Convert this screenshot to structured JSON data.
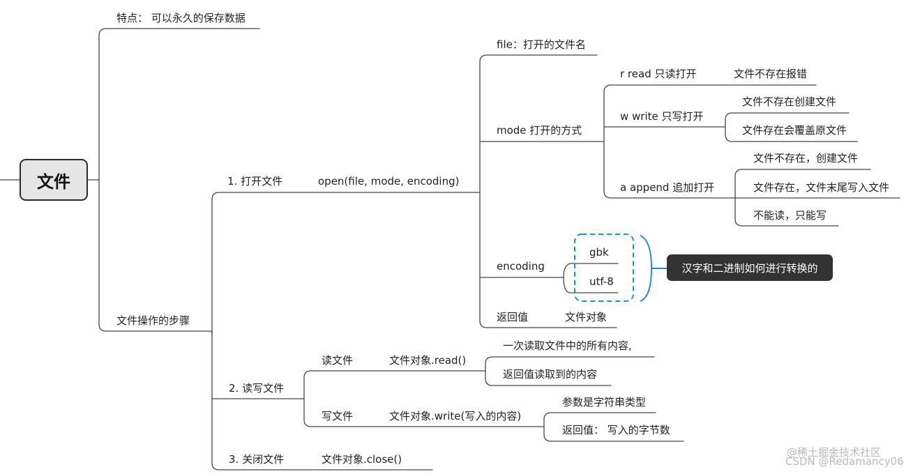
{
  "root": {
    "label": "文件"
  },
  "feature": {
    "label": "特点： 可以永久的保存数据"
  },
  "steps": {
    "label": "文件操作的步骤",
    "open": {
      "label": "1. 打开文件",
      "call": "open(file, mode, encoding)",
      "file": "file：打开的文件名",
      "mode": {
        "label": "mode 打开的方式",
        "r": {
          "label": "r read 只读打开",
          "notes": [
            "文件不存在报错"
          ]
        },
        "w": {
          "label": "w write 只写打开",
          "notes": [
            "文件不存在创建文件",
            "文件存在会覆盖原文件"
          ]
        },
        "a": {
          "label": "a append 追加打开",
          "notes": [
            "文件不存在，创建文件",
            "文件存在，文件末尾写入文件",
            "不能读，只能写"
          ]
        }
      },
      "encoding": {
        "label": "encoding",
        "options": [
          "gbk",
          "utf-8"
        ],
        "callout": "汉字和二进制如何进行转换的"
      },
      "return": {
        "label": "返回值",
        "value": "文件对象"
      }
    },
    "rw": {
      "label": "2. 读写文件",
      "read": {
        "label": "读文件",
        "call": "文件对象.read()",
        "notes": [
          "一次读取文件中的所有内容,",
          "返回值读取到的内容"
        ]
      },
      "write": {
        "label": "写文件",
        "call": "文件对象.write(写入的内容)",
        "notes": [
          "参数是字符串类型",
          "返回值： 写入的字节数"
        ]
      }
    },
    "close": {
      "label": "3. 关闭文件",
      "call": "文件对象.close()"
    }
  },
  "watermark": {
    "line1": "@稀土掘金技术社区",
    "line2": "CSDN @Redamancy06"
  }
}
